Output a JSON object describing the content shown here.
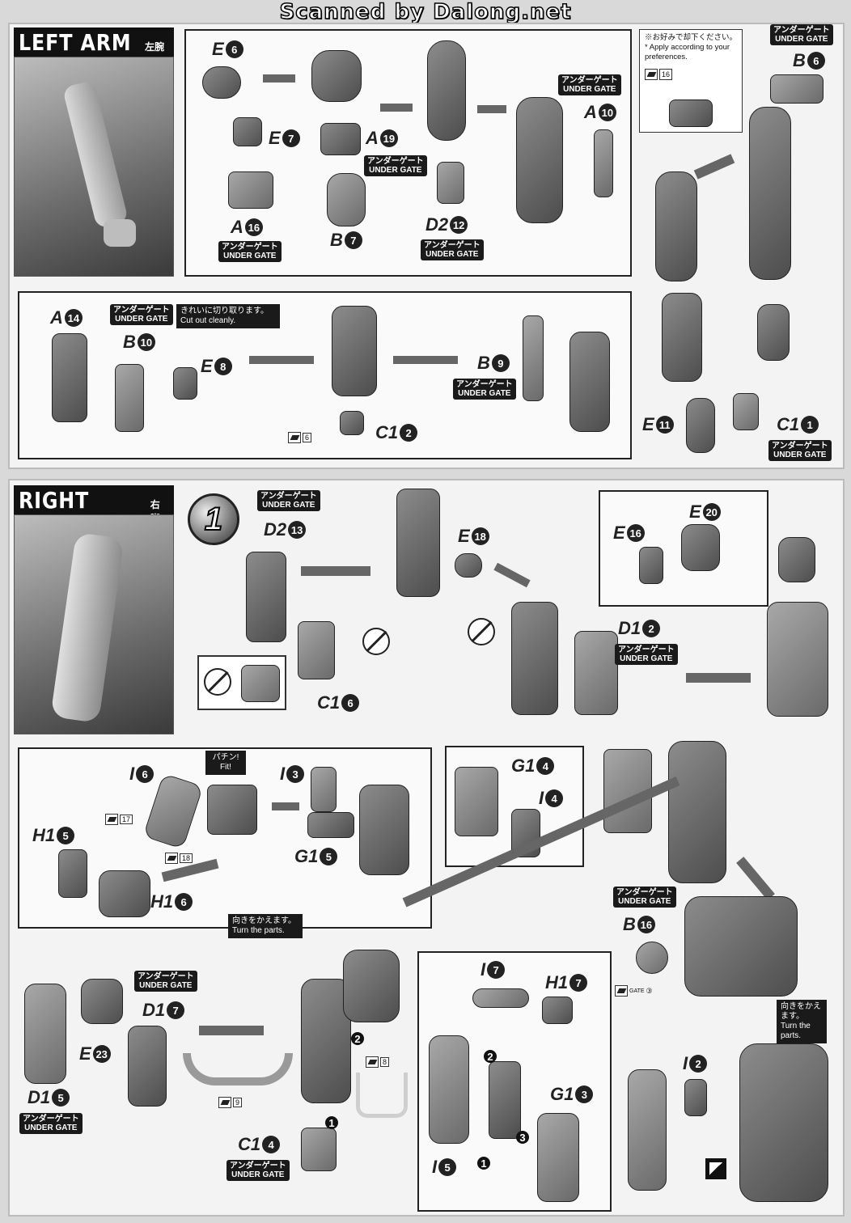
{
  "scan_credit": "Scanned by Dalong.net",
  "gate": {
    "jp": "アンダーゲート",
    "en": "UNDER GATE"
  },
  "left_arm": {
    "title_en": "LEFT ARM",
    "title_jp": "左腕",
    "pref_note": {
      "jp": "※お好みで却下ください。",
      "en": "* Apply according to your preferences.",
      "tool_num": "16"
    },
    "parts": {
      "e6": {
        "letter": "E",
        "num": "6"
      },
      "e7": {
        "letter": "E",
        "num": "7"
      },
      "a19": {
        "letter": "A",
        "num": "19"
      },
      "a16": {
        "letter": "A",
        "num": "16"
      },
      "b7": {
        "letter": "B",
        "num": "7"
      },
      "d212": {
        "letter": "D2",
        "num": "12"
      },
      "a10": {
        "letter": "A",
        "num": "10"
      },
      "b6": {
        "letter": "B",
        "num": "6"
      },
      "a14": {
        "letter": "A",
        "num": "14"
      },
      "b10": {
        "letter": "B",
        "num": "10"
      },
      "e8": {
        "letter": "E",
        "num": "8"
      },
      "b9": {
        "letter": "B",
        "num": "9"
      },
      "c12": {
        "letter": "C1",
        "num": "2"
      },
      "e11": {
        "letter": "E",
        "num": "11"
      },
      "c11": {
        "letter": "C1",
        "num": "1"
      }
    },
    "cut_callout": {
      "jp": "きれいに切り取ります。",
      "en": "Cut out cleanly."
    },
    "tool_c12": "6"
  },
  "right_leg": {
    "title_en": "RIGHT LEG",
    "title_jp": "右脚",
    "step1": "1",
    "step2": "2",
    "parts": {
      "d213": {
        "letter": "D2",
        "num": "13"
      },
      "e18": {
        "letter": "E",
        "num": "18"
      },
      "c16": {
        "letter": "C1",
        "num": "6"
      },
      "e16": {
        "letter": "E",
        "num": "16"
      },
      "e20": {
        "letter": "E",
        "num": "20"
      },
      "d12": {
        "letter": "D1",
        "num": "2"
      },
      "i6": {
        "letter": "I",
        "num": "6"
      },
      "i3": {
        "letter": "I",
        "num": "3"
      },
      "h15": {
        "letter": "H1",
        "num": "5"
      },
      "g15": {
        "letter": "G1",
        "num": "5"
      },
      "h16": {
        "letter": "H1",
        "num": "6"
      },
      "g14": {
        "letter": "G1",
        "num": "4"
      },
      "i4": {
        "letter": "I",
        "num": "4"
      },
      "d17": {
        "letter": "D1",
        "num": "7"
      },
      "e23": {
        "letter": "E",
        "num": "23"
      },
      "d15": {
        "letter": "D1",
        "num": "5"
      },
      "c14": {
        "letter": "C1",
        "num": "4"
      },
      "b16": {
        "letter": "B",
        "num": "16"
      },
      "i7": {
        "letter": "I",
        "num": "7"
      },
      "h17": {
        "letter": "H1",
        "num": "7"
      },
      "g13": {
        "letter": "G1",
        "num": "3"
      },
      "i5": {
        "letter": "I",
        "num": "5"
      },
      "i2": {
        "letter": "I",
        "num": "2"
      }
    },
    "fit_label": {
      "jp": "パチン!",
      "en": "Fit!"
    },
    "turn_callout": {
      "jp": "向きをかえます。",
      "en": "Turn the parts."
    },
    "turn_callout2": {
      "jp": "向きをかえます。",
      "en": "Turn the parts."
    },
    "tools": {
      "t17": "17",
      "t18": "18",
      "t8": "8",
      "t9": "9",
      "t3": "③"
    },
    "order": {
      "o1": "1",
      "o2": "2",
      "o3": "3"
    },
    "gate_small": "GATE"
  }
}
